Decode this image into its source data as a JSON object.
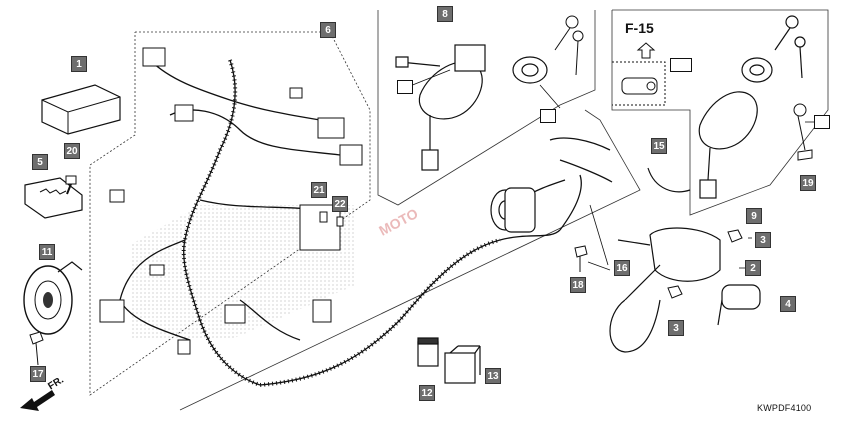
{
  "diagram": {
    "ref_label": "F-15",
    "drawing_code": "KWPDF4100",
    "direction_label": "FR.",
    "callouts": [
      {
        "id": "p1",
        "text": "1"
      },
      {
        "id": "p2",
        "text": "2"
      },
      {
        "id": "p3a",
        "text": "3"
      },
      {
        "id": "p3b",
        "text": "3"
      },
      {
        "id": "p4",
        "text": "4"
      },
      {
        "id": "p5",
        "text": "5"
      },
      {
        "id": "p6",
        "text": "6"
      },
      {
        "id": "p8",
        "text": "8"
      },
      {
        "id": "p9",
        "text": "9"
      },
      {
        "id": "p11",
        "text": "11"
      },
      {
        "id": "p12",
        "text": "12"
      },
      {
        "id": "p13",
        "text": "13"
      },
      {
        "id": "p15",
        "text": "15"
      },
      {
        "id": "p16",
        "text": "16"
      },
      {
        "id": "p17",
        "text": "17"
      },
      {
        "id": "p18",
        "text": "18"
      },
      {
        "id": "p19",
        "text": "19"
      },
      {
        "id": "p20",
        "text": "20"
      },
      {
        "id": "p21",
        "text": "21"
      },
      {
        "id": "p22",
        "text": "22"
      }
    ],
    "colors": {
      "callout_fill": "#6e6e6e",
      "line": "#1a1a1a",
      "watermark": "#c83c3c"
    }
  }
}
